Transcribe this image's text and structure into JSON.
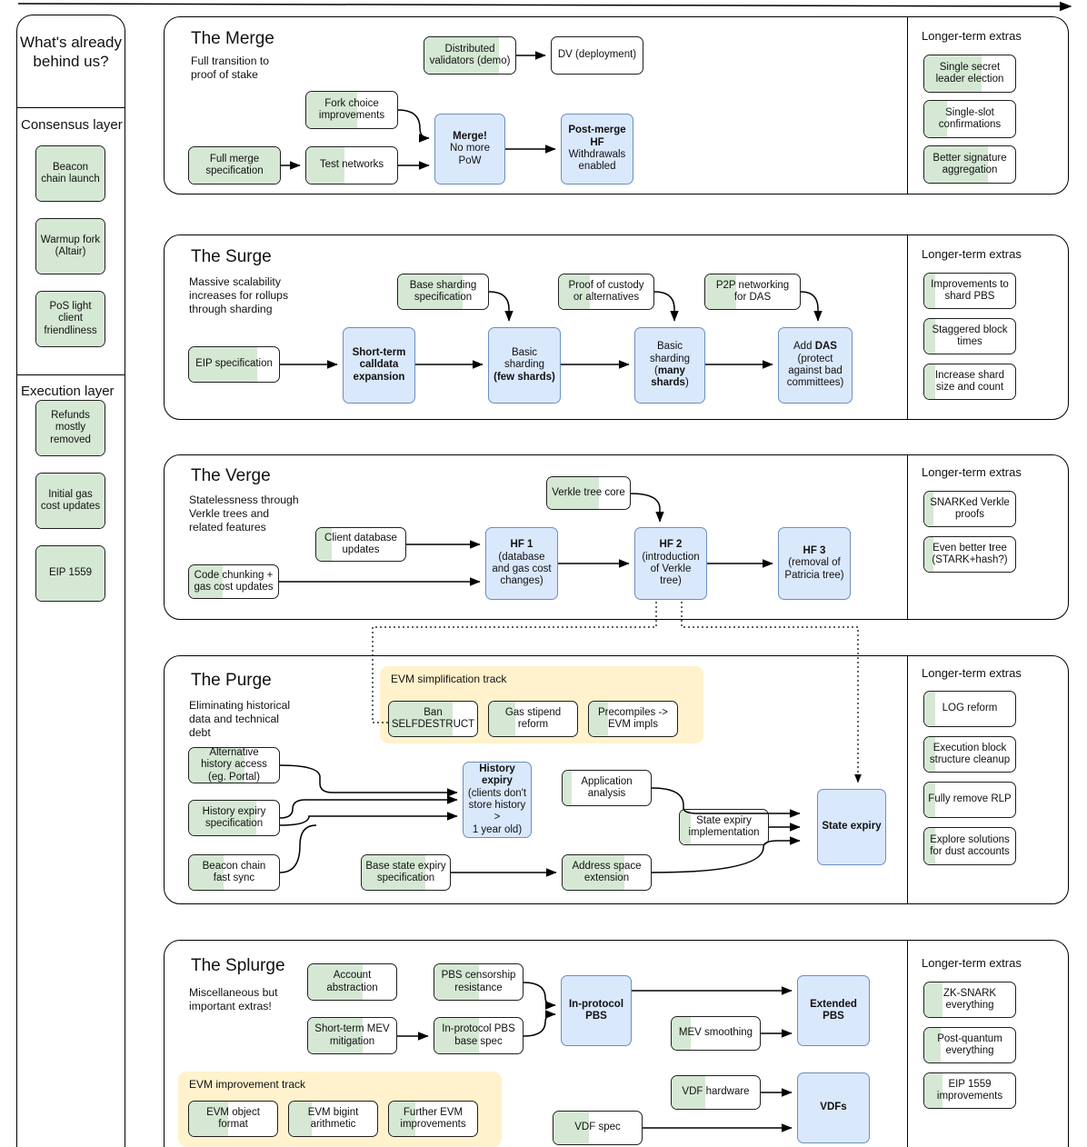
{
  "timeline_arrow": "right-arrow",
  "sidebar": {
    "title": "What's already behind us?",
    "groups": [
      {
        "label": "Consensus layer",
        "items": [
          {
            "label": "Beacon chain launch",
            "fill": 100
          },
          {
            "label": "Warmup fork (Altair)",
            "fill": 100
          },
          {
            "label": "PoS light client friendliness",
            "fill": 100
          }
        ]
      },
      {
        "label": "Execution layer",
        "items": [
          {
            "label": "Refunds mostly removed",
            "fill": 100
          },
          {
            "label": "Initial gas cost updates",
            "fill": 100
          },
          {
            "label": "EIP 1559",
            "fill": 100
          }
        ]
      }
    ]
  },
  "colors": {
    "green": "#d5e8d4",
    "blue": "#dae8fc",
    "blue_border": "#6c8ebf",
    "yellow": "#fff2cc",
    "stroke": "#000000"
  },
  "extras_heading": "Longer-term extras",
  "sections": [
    {
      "id": "merge",
      "title": "The Merge",
      "desc": "Full transition to proof of stake",
      "nodes": [
        {
          "name": "distributed-validators",
          "label": "Distributed validators (demo)",
          "type": "green",
          "fill": 82
        },
        {
          "name": "dv-deployment",
          "label": "DV (deployment)",
          "type": "plain",
          "fill": 0
        },
        {
          "name": "fork-choice-improvements",
          "label": "Fork choice improvements",
          "type": "green",
          "fill": 56
        },
        {
          "name": "full-merge-specification",
          "label": "Full merge specification",
          "type": "green",
          "fill": 100
        },
        {
          "name": "test-networks",
          "label": "Test networks",
          "type": "green",
          "fill": 42
        },
        {
          "name": "merge",
          "label": "Merge! No more PoW",
          "bold_first": "Merge!",
          "type": "blue",
          "fill": 0
        },
        {
          "name": "post-merge-hf",
          "label": "Post-merge HF Withdrawals enabled",
          "bold_first": "Post-merge HF",
          "type": "blue",
          "fill": 0
        }
      ],
      "extras": [
        {
          "label": "Single secret leader election",
          "fill": 63
        },
        {
          "label": "Single-slot confirmations",
          "fill": 25
        },
        {
          "label": "Better signature aggregation",
          "fill": 70
        }
      ]
    },
    {
      "id": "surge",
      "title": "The Surge",
      "desc": "Massive scalability increases for rollups through sharding",
      "nodes": [
        {
          "name": "base-sharding-specification",
          "label": "Base sharding specification",
          "type": "green",
          "fill": 72
        },
        {
          "name": "proof-of-custody",
          "label": "Proof of custody or alternatives",
          "type": "green",
          "fill": 33
        },
        {
          "name": "p2p-networking-for-das",
          "label": "P2P networking for DAS",
          "type": "green",
          "fill": 33
        },
        {
          "name": "eip-specification",
          "label": "EIP specification",
          "type": "green",
          "fill": 76
        },
        {
          "name": "short-term-calldata-expansion",
          "label": "Short-term calldata expansion",
          "type": "blue",
          "fill": 0,
          "bold": true
        },
        {
          "name": "basic-sharding-few",
          "label": "Basic sharding (few shards)",
          "type": "blue",
          "fill": 0,
          "bold_part": "(few shards)"
        },
        {
          "name": "basic-sharding-many",
          "label": "Basic sharding (many shards)",
          "type": "blue",
          "fill": 0,
          "bold_part": "many"
        },
        {
          "name": "add-das",
          "label": "Add DAS (protect against bad committees)",
          "type": "blue",
          "fill": 0,
          "bold_part": "DAS"
        }
      ],
      "extras": [
        {
          "label": "Improvements to shard PBS",
          "fill": 12
        },
        {
          "label": "Staggered block times",
          "fill": 12
        },
        {
          "label": "Increase shard size and count",
          "fill": 12
        }
      ]
    },
    {
      "id": "verge",
      "title": "The Verge",
      "desc": "Statelessness through Verkle trees and related features",
      "nodes": [
        {
          "name": "verkle-tree-core",
          "label": "Verkle tree core",
          "type": "green",
          "fill": 63
        },
        {
          "name": "client-database-updates",
          "label": "Client database updates",
          "type": "green",
          "fill": 17
        },
        {
          "name": "code-chunking-gas-cost-updates",
          "label": "Code chunking + gas cost updates",
          "type": "green",
          "fill": 38
        },
        {
          "name": "hf-1",
          "label": "HF 1 (database and gas cost changes)",
          "type": "blue",
          "fill": 0,
          "bold_first": "HF 1"
        },
        {
          "name": "hf-2",
          "label": "HF 2 (introduction of Verkle tree)",
          "type": "blue",
          "fill": 0,
          "bold_first": "HF 2"
        },
        {
          "name": "hf-3",
          "label": "HF 3 (removal of Patricia tree)",
          "type": "blue",
          "fill": 0,
          "bold_first": "HF 3"
        }
      ],
      "extras": [
        {
          "label": "SNARKed Verkle proofs",
          "fill": 10
        },
        {
          "label": "Even better tree (STARK+hash?)",
          "fill": 10
        }
      ]
    },
    {
      "id": "purge",
      "title": "The Purge",
      "desc": "Eliminating historical data and technical debt",
      "track": {
        "label": "EVM simplification track",
        "items": [
          {
            "label": "Ban SELFDESTRUCT",
            "fill": 72
          },
          {
            "label": "Gas stipend reform",
            "fill": 30
          },
          {
            "label": "Precompiles -> EVM impls",
            "fill": 22
          }
        ]
      },
      "nodes": [
        {
          "name": "alternative-history-access",
          "label": "Alternative history access (eg. Portal)",
          "type": "green",
          "fill": 62
        },
        {
          "name": "history-expiry-specification",
          "label": "History expiry specification",
          "type": "green",
          "fill": 75
        },
        {
          "name": "beacon-chain-fast-sync",
          "label": "Beacon chain fast sync",
          "type": "green",
          "fill": 38
        },
        {
          "name": "history-expiry",
          "label": "History expiry (clients don't store history > 1 year old)",
          "type": "blue",
          "fill": 0,
          "bold_first": "History expiry"
        },
        {
          "name": "application-analysis",
          "label": "Application analysis",
          "type": "green",
          "fill": 10
        },
        {
          "name": "base-state-expiry-specification",
          "label": "Base state expiry specification",
          "type": "green",
          "fill": 72
        },
        {
          "name": "address-space-extension",
          "label": "Address space extension",
          "type": "green",
          "fill": 70
        },
        {
          "name": "state-expiry-implementation",
          "label": "State expiry implementation",
          "type": "green",
          "fill": 12
        },
        {
          "name": "state-expiry",
          "label": "State expiry",
          "type": "blue",
          "fill": 0,
          "bold": true
        }
      ],
      "extras": [
        {
          "label": "LOG reform",
          "fill": 12
        },
        {
          "label": "Execution block structure cleanup",
          "fill": 12
        },
        {
          "label": "Fully remove RLP",
          "fill": 12
        },
        {
          "label": "Explore solutions for dust accounts",
          "fill": 12
        }
      ]
    },
    {
      "id": "splurge",
      "title": "The Splurge",
      "desc": "Miscellaneous but important extras!",
      "track": {
        "label": "EVM improvement track",
        "items": [
          {
            "label": "EVM object format",
            "fill": 44
          },
          {
            "label": "EVM bigint arithmetic",
            "fill": 26
          },
          {
            "label": "Further EVM improvements",
            "fill": 30
          }
        ]
      },
      "nodes": [
        {
          "name": "account-abstraction",
          "label": "Account abstraction",
          "type": "green",
          "fill": 62
        },
        {
          "name": "pbs-censorship-resistance",
          "label": "PBS censorship resistance",
          "type": "green",
          "fill": 50
        },
        {
          "name": "short-term-mev-mitigation",
          "label": "Short-term MEV mitigation",
          "type": "green",
          "fill": 62
        },
        {
          "name": "in-protocol-pbs-base-spec",
          "label": "In-protocol PBS base spec",
          "type": "green",
          "fill": 50
        },
        {
          "name": "in-protocol-pbs",
          "label": "In-protocol PBS",
          "type": "blue",
          "fill": 0,
          "bold": true
        },
        {
          "name": "mev-smoothing",
          "label": "MEV smoothing",
          "type": "green",
          "fill": 22
        },
        {
          "name": "extended-pbs",
          "label": "Extended PBS",
          "type": "blue",
          "fill": 0,
          "bold": true
        },
        {
          "name": "vdf-hardware",
          "label": "VDF hardware",
          "type": "green",
          "fill": 38
        },
        {
          "name": "vdf-spec",
          "label": "VDF spec",
          "type": "green",
          "fill": 40
        },
        {
          "name": "vdfs",
          "label": "VDFs",
          "type": "blue",
          "fill": 0,
          "bold": true
        }
      ],
      "extras": [
        {
          "label": "ZK-SNARK everything",
          "fill": 20
        },
        {
          "label": "Post-quantum everything",
          "fill": 18
        },
        {
          "label": "EIP 1559 improvements",
          "fill": 20
        }
      ]
    }
  ]
}
